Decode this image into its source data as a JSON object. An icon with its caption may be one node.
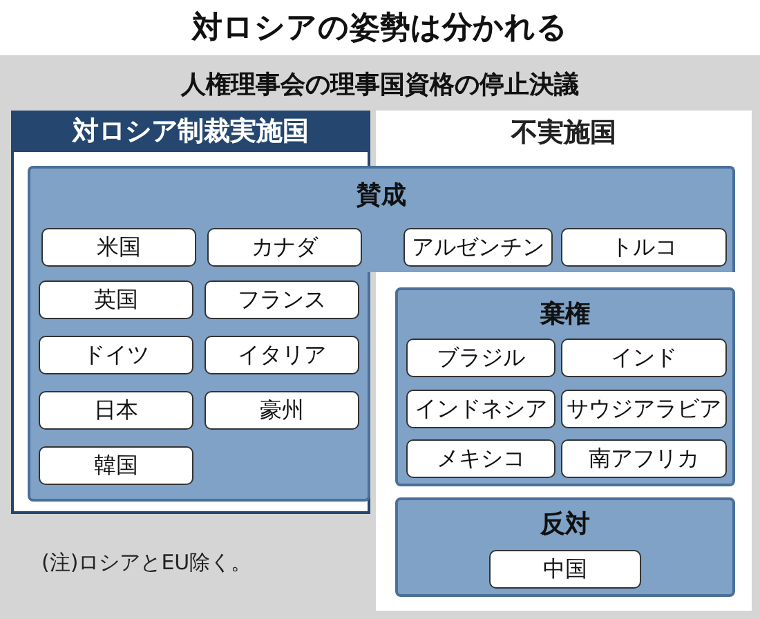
{
  "diagram": {
    "title": "対ロシアの姿勢は分かれる",
    "nodes": [
      {
        "text": [
          "対ロシア制裁実施国"
        ]
      },
      {
        "text": [
          "不実施国"
        ]
      },
      {
        "text": [
          "賛成"
        ]
      },
      {
        "text": [
          "米国"
        ],
        "in": 2
      },
      {
        "text": [
          "カナダ"
        ],
        "in": 2
      },
      {
        "text": [
          "アルゼンチン"
        ],
        "in": 2
      },
      {
        "text": [
          "トルコ"
        ],
        "in": 2
      },
      {
        "text": [
          "英国"
        ]
      },
      {
        "text": [
          "フランス"
        ]
      },
      {
        "text": [
          "ドイツ"
        ]
      },
      {
        "text": [
          "イタリア"
        ]
      },
      {
        "text": [
          "日本"
        ]
      },
      {
        "text": [
          "豪州"
        ]
      },
      {
        "text": [
          "韓国"
        ]
      },
      {
        "text": [
          "棄権"
        ]
      },
      {
        "text": [
          "ブラジル"
        ],
        "in": 14
      },
      {
        "text": [
          "インド"
        ],
        "in": 14
      },
      {
        "text": [
          "インドネシア"
        ],
        "in": 14
      },
      {
        "text": [
          "サウジアラビア"
        ],
        "in": 14
      },
      {
        "text": [
          "メキシコ"
        ],
        "in": 14
      },
      {
        "text": [
          "南アフリカ"
        ],
        "in": 14
      },
      {
        "text": [
          "反対"
        ]
      },
      {
        "text": [
          "中国"
        ],
        "in": 21
      }
    ],
    "labels": [
      "人権理事会の理事国資格の停止決議",
      "(注)ロシアとEU除く。"
    ]
  }
}
